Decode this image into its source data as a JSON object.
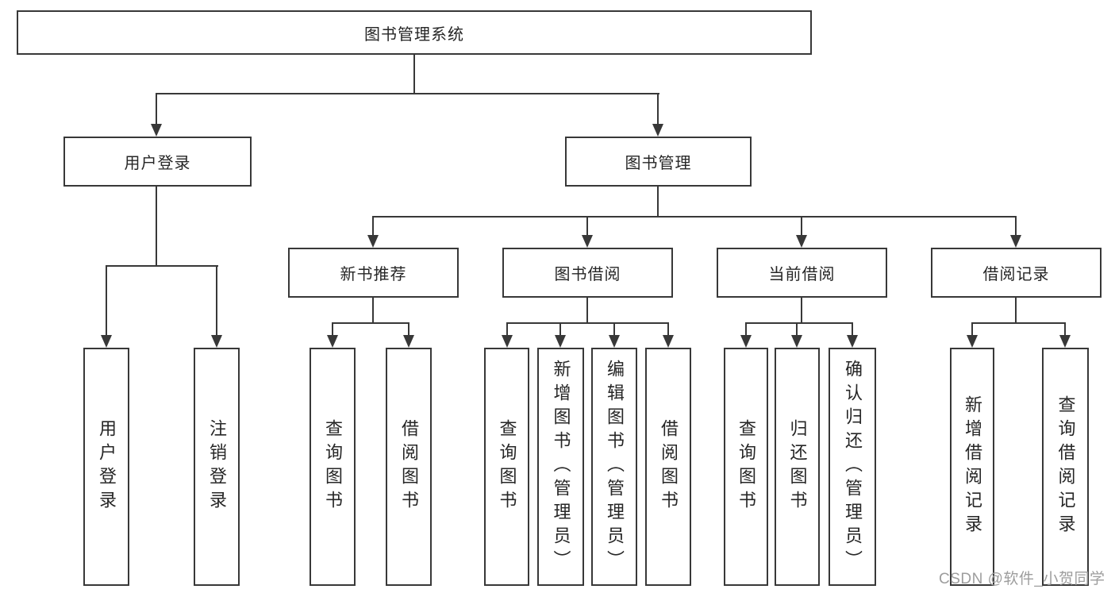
{
  "diagram": {
    "root": {
      "label": "图书管理系统"
    },
    "level2": [
      {
        "label": "用户登录"
      },
      {
        "label": "图书管理"
      }
    ],
    "level3": [
      {
        "label": "新书推荐"
      },
      {
        "label": "图书借阅"
      },
      {
        "label": "当前借阅"
      },
      {
        "label": "借阅记录"
      }
    ],
    "leaves": {
      "user_login": [
        {
          "label": "用户登录"
        },
        {
          "label": "注销登录"
        }
      ],
      "new_book": [
        {
          "label": "查询图书"
        },
        {
          "label": "借阅图书"
        }
      ],
      "book_borrow": [
        {
          "label": "查询图书"
        },
        {
          "label": "新增图书（管理员）"
        },
        {
          "label": "编辑图书（管理员）"
        },
        {
          "label": "借阅图书"
        }
      ],
      "current_borrow": [
        {
          "label": "查询图书"
        },
        {
          "label": "归还图书"
        },
        {
          "label": "确认归还（管理员）"
        }
      ],
      "borrow_record": [
        {
          "label": "新增借阅记录"
        },
        {
          "label": "查询借阅记录"
        }
      ]
    }
  },
  "watermark": {
    "text": "CSDN @软件_小贺同学"
  },
  "colors": {
    "line": "#383838",
    "text": "#262626",
    "watermark": "#9d9d9d",
    "background": "#ffffff"
  }
}
